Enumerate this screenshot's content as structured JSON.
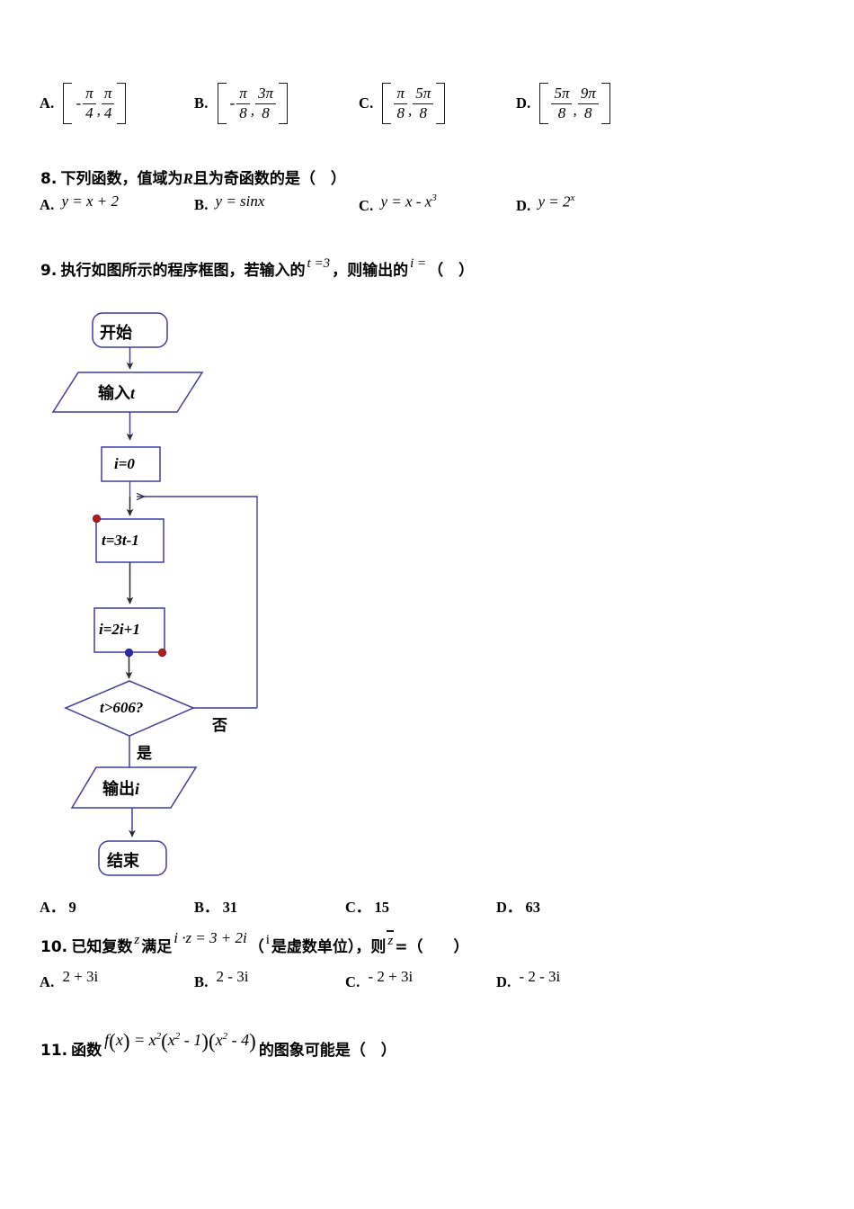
{
  "document": {
    "type": "math-exam-paper",
    "language": "zh-CN"
  },
  "colors": {
    "flowchart_stroke": "#3f3f9e",
    "flowchart_arrow": "#2b2b2b",
    "dot_red": "#b01c20",
    "dot_blue": "#2b2bb0",
    "text": "#000000"
  },
  "q7_options": [
    {
      "label": "A.",
      "left": "-",
      "num1": "π",
      "den1": "4",
      "num2": "π",
      "den2": "4",
      "neg2": ""
    },
    {
      "label": "B.",
      "left": "-",
      "num1": "π",
      "den1": "8",
      "num2": "3π",
      "den2": "8",
      "neg2": ""
    },
    {
      "label": "C.",
      "left": "",
      "num1": "π",
      "den1": "8",
      "num2": "5π",
      "den2": "8",
      "neg2": ""
    },
    {
      "label": "D.",
      "left": "",
      "num1": "5π",
      "den1": "8",
      "num2": "9π",
      "den2": "8",
      "neg2": ""
    }
  ],
  "q8": {
    "number": "8.",
    "stem": "下列函数，值域为",
    "stem_var": "R",
    "stem_tail": "且为奇函数的是（　）",
    "options": [
      {
        "label": "A.",
        "expr": "y = x + 2"
      },
      {
        "label": "B.",
        "expr": "y = sinx"
      },
      {
        "label": "C.",
        "expr": "y = x - x",
        "sup": "3"
      },
      {
        "label": "D.",
        "expr": "y = 2",
        "sup": "x"
      }
    ]
  },
  "q9": {
    "number": "9.",
    "stem_a": "执行如图所示的程序框图，若输入的",
    "sup1": "t =3",
    "stem_b": "，则输出的",
    "sup2": "i =",
    "stem_c": "（　）",
    "flowchart": {
      "start": "开始",
      "input": "输入",
      "input_var": "t",
      "init": "i=0",
      "assign_t": "t=3t-1",
      "assign_i": "i=2i+1",
      "condition": "t>606?",
      "yes": "是",
      "no": "否",
      "output": "输出",
      "output_var": "i",
      "end": "结束"
    },
    "options": [
      {
        "label": "A．",
        "value": "9"
      },
      {
        "label": "B．",
        "value": "31"
      },
      {
        "label": "C．",
        "value": "15"
      },
      {
        "label": "D．",
        "value": "63"
      }
    ]
  },
  "q10": {
    "number": "10.",
    "stem_a": "已知复数",
    "var_z": "z",
    "stem_b": "满足",
    "equation": "i ·z = 3 + 2i",
    "paren_open": "（",
    "unit_i": "i",
    "stem_c": "是虚数单位），则",
    "conj_z": "z",
    "stem_d": "=（　　）",
    "options": [
      {
        "label": "A.",
        "expr": "2 + 3i"
      },
      {
        "label": "B.",
        "expr": "2 - 3i"
      },
      {
        "label": "C.",
        "expr": "- 2 + 3i"
      },
      {
        "label": "D.",
        "expr": "- 2 - 3i"
      }
    ]
  },
  "q11": {
    "number": "11.",
    "stem_a": "函数",
    "stem_b": "的图象可能是（　）"
  }
}
